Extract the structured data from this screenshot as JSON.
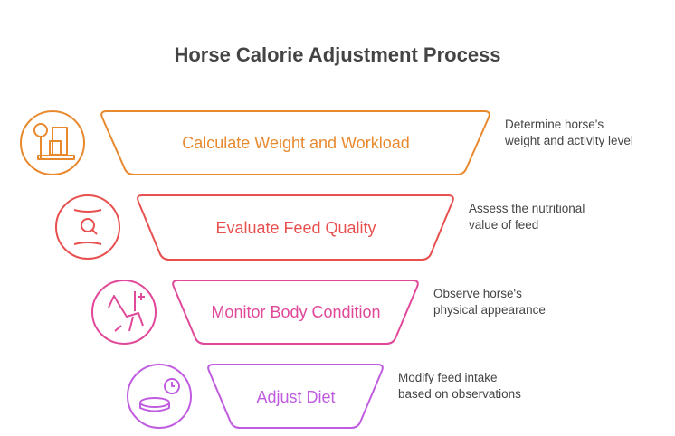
{
  "title": "Horse Calorie Adjustment Process",
  "steps": [
    {
      "label": "Calculate Weight and Workload",
      "description_line1": "Determine horse's",
      "description_line2": "weight and activity level",
      "icon": "scale-weight-icon",
      "color": "#E8892E"
    },
    {
      "label": "Evaluate Feed Quality",
      "description_line1": "Assess the nutritional",
      "description_line2": "value of feed",
      "icon": "magnifier-icon",
      "color": "#E8504F"
    },
    {
      "label": "Monitor Body Condition",
      "description_line1": "Observe horse's",
      "description_line2": "physical appearance",
      "icon": "horse-icon",
      "color": "#E0489A"
    },
    {
      "label": "Adjust Diet",
      "description_line1": "Modify feed intake",
      "description_line2": "based on observations",
      "icon": "feed-bowl-clock-icon",
      "color": "#C05CE0"
    }
  ]
}
